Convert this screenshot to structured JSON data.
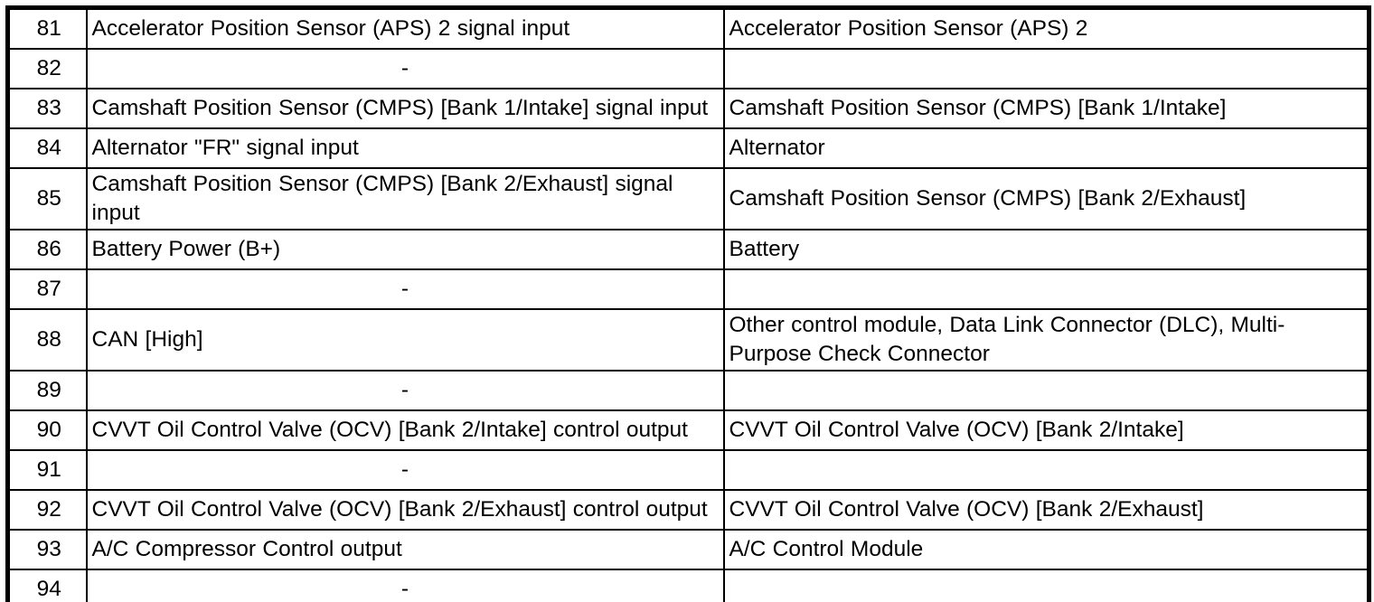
{
  "table": {
    "semantic": "ecm-connector-pin-assignment-table",
    "empty_value": "-",
    "rows": [
      {
        "pin": "81",
        "description": "Accelerator Position Sensor (APS) 2 signal input",
        "connected_to": "Accelerator Position Sensor (APS) 2"
      },
      {
        "pin": "82",
        "description": "-",
        "connected_to": ""
      },
      {
        "pin": "83",
        "description": "Camshaft Position Sensor (CMPS) [Bank 1/Intake] signal input",
        "connected_to": "Camshaft Position Sensor (CMPS) [Bank 1/Intake]"
      },
      {
        "pin": "84",
        "description": "Alternator \"FR\" signal input",
        "connected_to": "Alternator"
      },
      {
        "pin": "85",
        "description": "Camshaft Position Sensor (CMPS) [Bank 2/Exhaust] signal input",
        "connected_to": "Camshaft Position Sensor (CMPS) [Bank 2/Exhaust]"
      },
      {
        "pin": "86",
        "description": "Battery Power (B+)",
        "connected_to": "Battery"
      },
      {
        "pin": "87",
        "description": "-",
        "connected_to": ""
      },
      {
        "pin": "88",
        "description": "CAN [High]",
        "connected_to": "Other control module, Data Link Connector (DLC), Multi-Purpose Check Connector"
      },
      {
        "pin": "89",
        "description": "-",
        "connected_to": ""
      },
      {
        "pin": "90",
        "description": "CVVT Oil Control Valve (OCV) [Bank 2/Intake] control output",
        "connected_to": "CVVT Oil Control Valve (OCV) [Bank 2/Intake]"
      },
      {
        "pin": "91",
        "description": "-",
        "connected_to": ""
      },
      {
        "pin": "92",
        "description": "CVVT Oil Control Valve (OCV) [Bank 2/Exhaust] control output",
        "connected_to": "CVVT Oil Control Valve (OCV) [Bank 2/Exhaust]"
      },
      {
        "pin": "93",
        "description": "A/C Compressor Control output",
        "connected_to": "A/C Control Module"
      },
      {
        "pin": "94",
        "description": "-",
        "connected_to": ""
      }
    ]
  },
  "colors": {
    "border": "#000000",
    "text": "#000000",
    "background": "#ffffff"
  }
}
